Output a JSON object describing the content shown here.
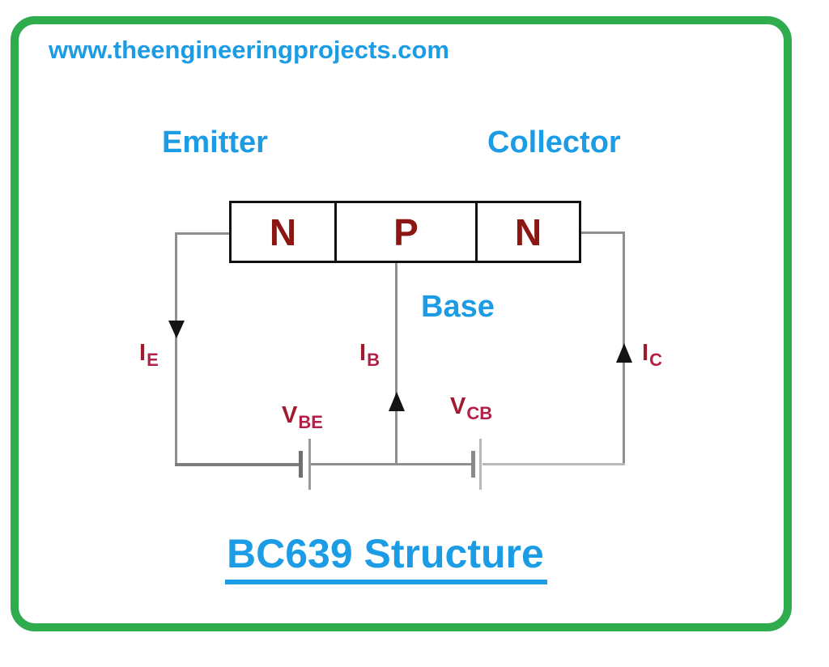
{
  "header": {
    "url": "www.theengineeringprojects.com"
  },
  "diagram": {
    "title": "BC639 Structure",
    "type": "NPN transistor structure schematic",
    "terminal_labels": {
      "emitter": "Emitter",
      "collector": "Collector",
      "base": "Base"
    },
    "regions": [
      "N",
      "P",
      "N"
    ],
    "currents": {
      "emitter": {
        "symbol": "I",
        "subscript": "E"
      },
      "base": {
        "symbol": "I",
        "subscript": "B"
      },
      "collector": {
        "symbol": "I",
        "subscript": "C"
      }
    },
    "voltages": {
      "base_emitter": {
        "symbol": "V",
        "subscript": "BE"
      },
      "collector_base": {
        "symbol": "V",
        "subscript": "CB"
      }
    }
  },
  "colors": {
    "frame_green": "#2FAD4E",
    "accent_blue": "#1B9CE4",
    "region_letter_red": "#8C1712",
    "label_red": "#9E1B30",
    "wire_gray": "#8f8f8f",
    "arrow_black": "#141414"
  }
}
